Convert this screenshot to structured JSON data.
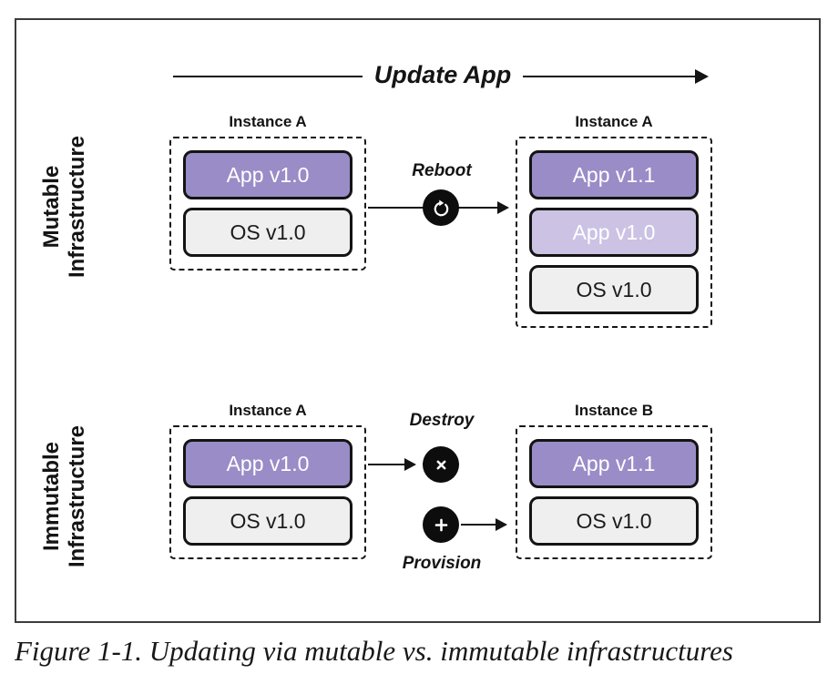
{
  "update_arrow": {
    "label": "Update App"
  },
  "mutable": {
    "row_label": {
      "line1": "Mutable",
      "line2": "Infrastructure"
    },
    "left_instance": {
      "title": "Instance A",
      "boxes": [
        {
          "label": "App v1.0",
          "color": "purple"
        },
        {
          "label": "OS v1.0",
          "color": "gray"
        }
      ]
    },
    "action": {
      "label": "Reboot",
      "icon": "reboot-icon"
    },
    "right_instance": {
      "title": "Instance A",
      "boxes": [
        {
          "label": "App v1.1",
          "color": "purple"
        },
        {
          "label": "App v1.0",
          "color": "light_purple"
        },
        {
          "label": "OS v1.0",
          "color": "gray"
        }
      ]
    }
  },
  "immutable": {
    "row_label": {
      "line1": "Immutable",
      "line2": "Infrastructure"
    },
    "left_instance": {
      "title": "Instance A",
      "boxes": [
        {
          "label": "App v1.0",
          "color": "purple"
        },
        {
          "label": "OS v1.0",
          "color": "gray"
        }
      ]
    },
    "actions": [
      {
        "label": "Destroy",
        "icon": "x-icon"
      },
      {
        "label": "Provision",
        "icon": "plus-icon"
      }
    ],
    "right_instance": {
      "title": "Instance B",
      "boxes": [
        {
          "label": "App v1.1",
          "color": "purple"
        },
        {
          "label": "OS v1.0",
          "color": "gray"
        }
      ]
    }
  },
  "caption": "Figure 1-1. Updating via mutable vs. immutable infrastructures",
  "colors": {
    "purple": "#9a8cc7",
    "light_purple": "#ccc2e4",
    "gray": "#efefef",
    "line": "#141414",
    "frame_border": "#3c3c3c",
    "box_text_on_purple": "#ffffff",
    "box_text_on_gray": "#1c1c1c"
  }
}
